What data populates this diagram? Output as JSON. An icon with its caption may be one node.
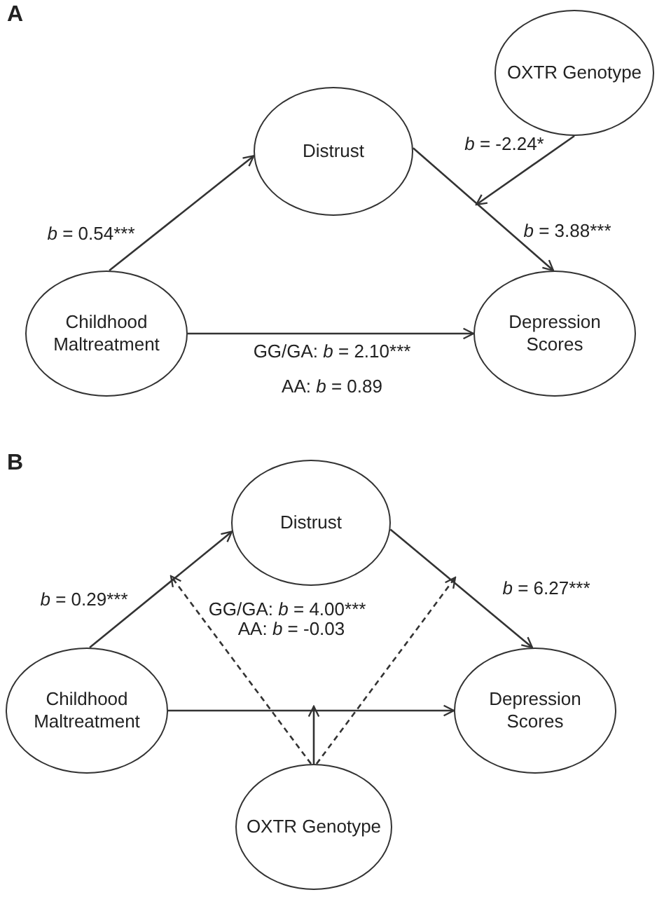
{
  "diagram": {
    "nodes": [
      {
        "text": [
          "OXTR Genotype"
        ]
      },
      {
        "text": [
          "Distrust"
        ]
      },
      {
        "text": [
          "Childhood Maltreatment"
        ]
      },
      {
        "text": [
          "Depression Scores"
        ]
      },
      {
        "text": [
          "Distrust"
        ]
      },
      {
        "text": [
          "Childhood Maltreatment"
        ]
      },
      {
        "text": [
          "Depression Scores"
        ]
      },
      {
        "text": [
          "OXTR Genotype"
        ]
      }
    ],
    "edges": [
      {
        "from": 2,
        "to": 1,
        "arrow": "to",
        "label": "*b* = 0.54***"
      },
      {
        "from": 1,
        "to": 3,
        "arrow": "to",
        "label": "*b* = 3.88***"
      },
      {
        "from": 0,
        "to": null,
        "arrow": "to",
        "label": "*b* = -2.24*"
      },
      {
        "from": 2,
        "to": 3,
        "arrow": "to",
        "label": "GG/GA: *b* = 2.10***"
      },
      {
        "from": 5,
        "to": 4,
        "arrow": "to",
        "label": "*b* = 0.29***"
      },
      {
        "from": 4,
        "to": 6,
        "arrow": "to",
        "label": "*b* = 6.27***"
      },
      {
        "from": 5,
        "to": 6,
        "arrow": "to"
      },
      {
        "from": 7,
        "to": null,
        "arrow": "to"
      },
      {
        "from": 7,
        "to": null,
        "arrow": "to",
        "style": "dashed"
      },
      {
        "from": 7,
        "to": null,
        "arrow": "to",
        "style": "dashed"
      }
    ],
    "labels": [
      "A",
      "AA: *b* = 0.89",
      "B",
      "GG/GA: *b* = 4.00***",
      "AA: *b* = -0.03"
    ]
  }
}
